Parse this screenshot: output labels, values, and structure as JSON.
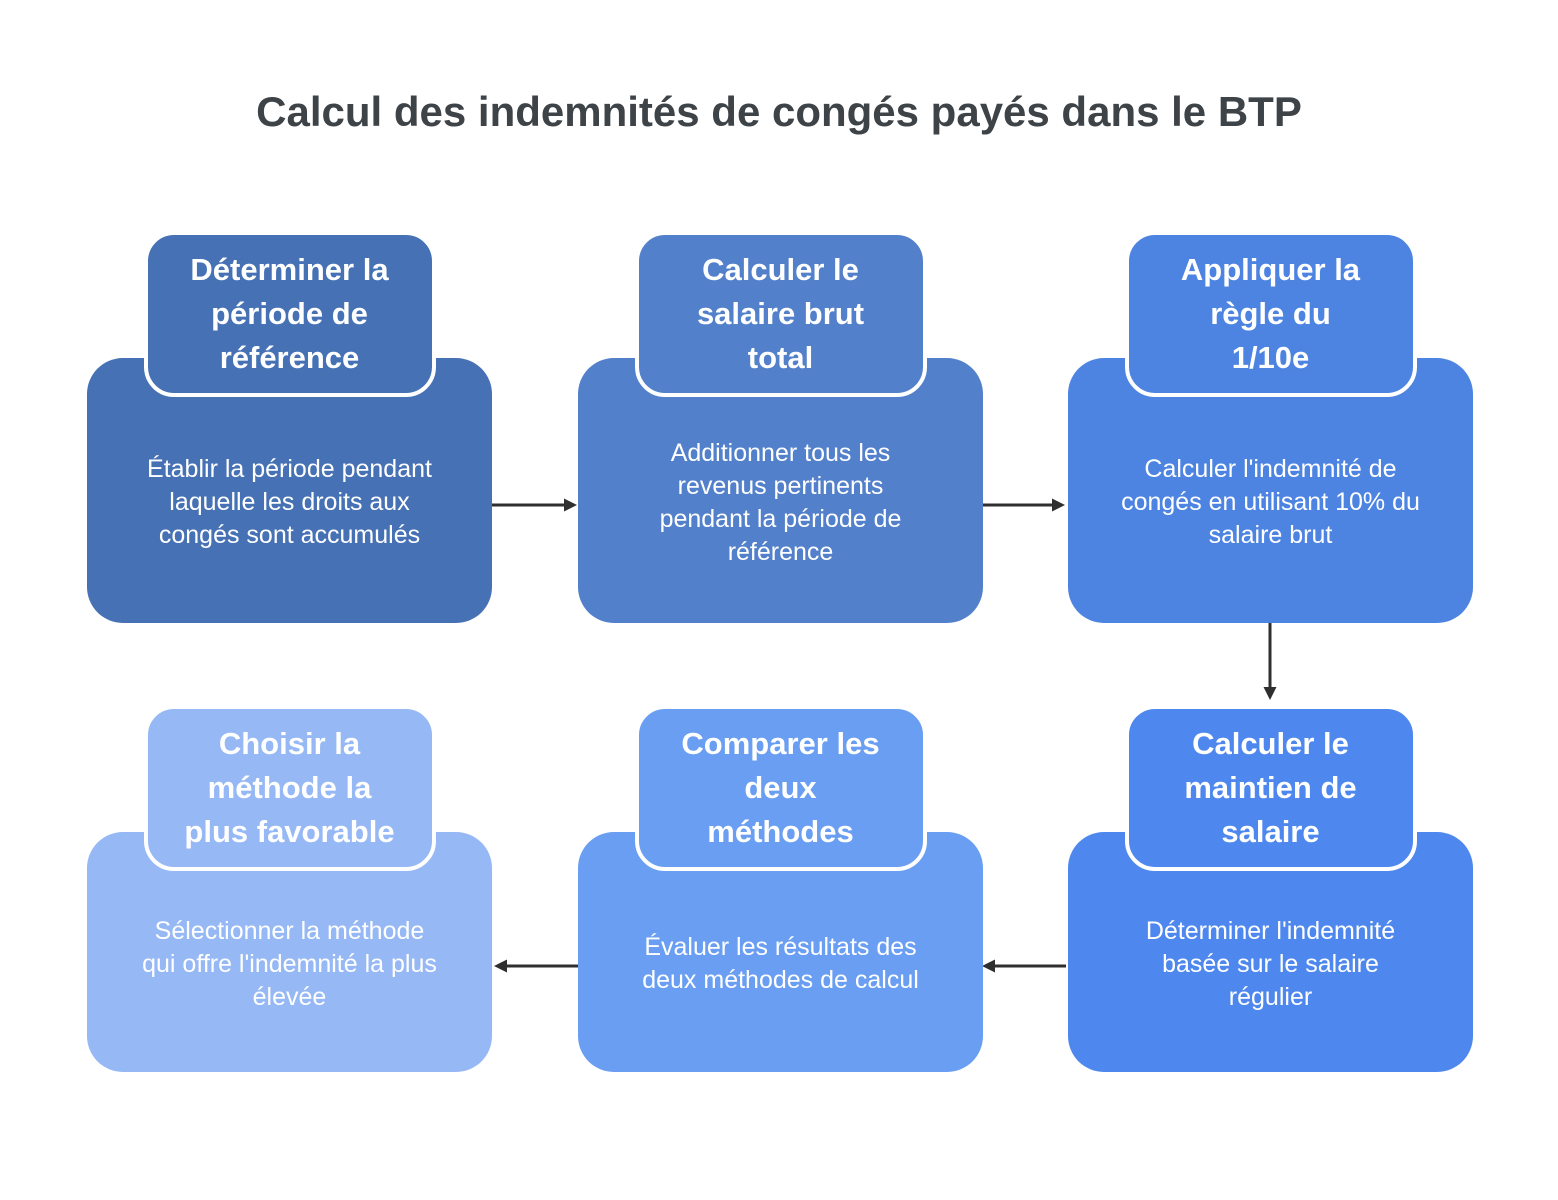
{
  "title": "Calcul des indemnités de congés payés dans le BTP",
  "colors": {
    "background": "#ffffff",
    "title_text": "#3e4348",
    "arrow": "#2f2f2f",
    "box_text": "#ffffff",
    "header_border": "#ffffff"
  },
  "steps": [
    {
      "id": 1,
      "title": "Déterminer la\npériode de\nréférence",
      "description": "Établir la période pendant\nlaquelle les droits aux\ncongés sont accumulés",
      "color": "#4671b4"
    },
    {
      "id": 2,
      "title": "Calculer le\nsalaire brut\ntotal",
      "description": "Additionner tous les\nrevenus pertinents\npendant la période de\nréférence",
      "color": "#5280ca"
    },
    {
      "id": 3,
      "title": "Appliquer la\nrègle du\n1/10e",
      "description": "Calculer l'indemnité de\ncongés en utilisant 10% du\nsalaire brut",
      "color": "#4d84e2"
    },
    {
      "id": 4,
      "title": "Choisir la\nméthode la\nplus favorable",
      "description": "Sélectionner la méthode\nqui offre l'indemnité la plus\nélevée",
      "color": "#96b8f5"
    },
    {
      "id": 5,
      "title": "Comparer les\ndeux\nméthodes",
      "description": "Évaluer les résultats des\ndeux méthodes de calcul",
      "color": "#699ef2"
    },
    {
      "id": 6,
      "title": "Calculer le\nmaintien de\nsalaire",
      "description": "Déterminer l'indemnité\nbasée sur le salaire\nrégulier",
      "color": "#4e88ee"
    }
  ],
  "arrows": [
    {
      "from": 1,
      "to": 2,
      "direction": "right"
    },
    {
      "from": 2,
      "to": 3,
      "direction": "right"
    },
    {
      "from": 3,
      "to": 6,
      "direction": "down"
    },
    {
      "from": 6,
      "to": 5,
      "direction": "left"
    },
    {
      "from": 5,
      "to": 4,
      "direction": "left"
    }
  ]
}
